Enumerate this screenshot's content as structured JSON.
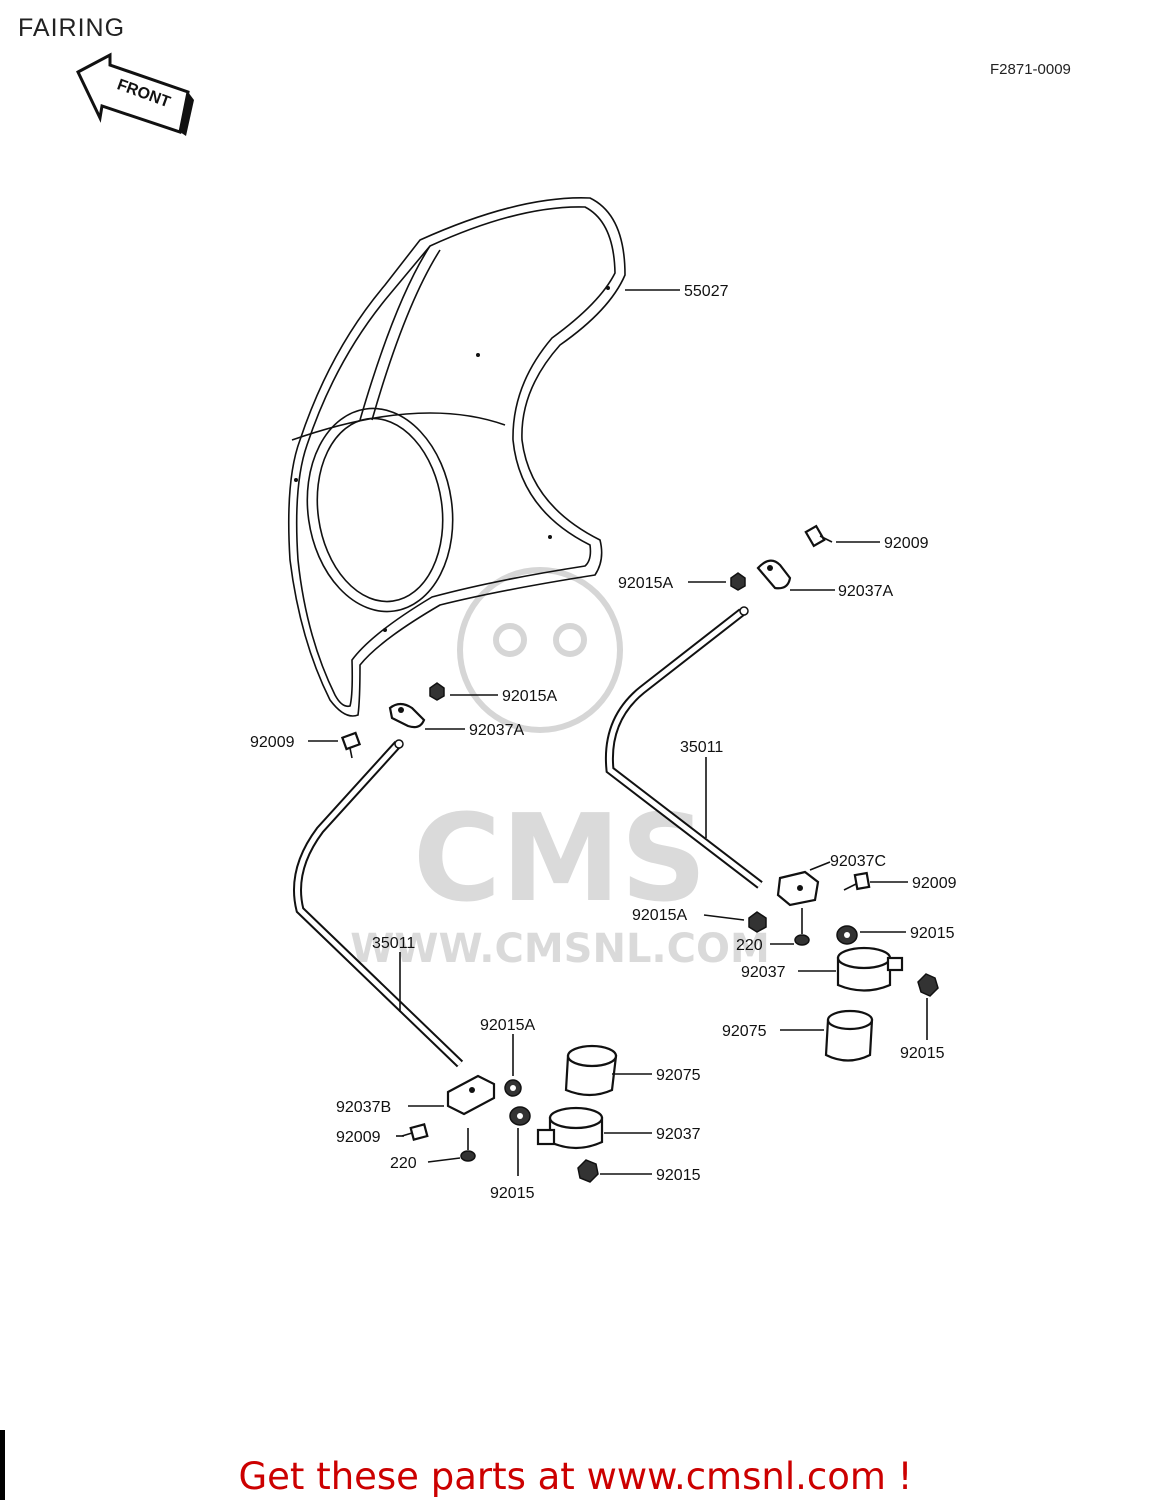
{
  "header": {
    "title": "FAIRING",
    "figure_code": "F2871-0009",
    "front_arrow_label": "FRONT"
  },
  "watermark": {
    "logo_text": "CMS",
    "url_text": "WWW.CMSNL.COM"
  },
  "callouts": {
    "fairing": "55027",
    "bolt_upper_right": "92009",
    "nut_upper_right": "92015A",
    "bracket_upper_right": "92037A",
    "nut_upper_left": "92015A",
    "bracket_upper_left": "92037A",
    "bolt_upper_left": "92009",
    "stay_right": "35011",
    "bracket_c_right": "92037C",
    "bolt_right": "92009",
    "nut_a_right": "92015A",
    "nut_right_upper": "92015",
    "screw_right": "220",
    "clamp_right": "92037",
    "collar_right": "92075",
    "nut_right_lower": "92015",
    "stay_left": "35011",
    "nut_a_left": "92015A",
    "bracket_b_left": "92037B",
    "collar_left": "92075",
    "bolt_left": "92009",
    "clamp_left": "92037",
    "screw_left": "220",
    "nut_left_lower": "92015",
    "nut_left_bottom": "92015"
  },
  "footer": {
    "promo": "Get these parts at www.cmsnl.com !"
  }
}
